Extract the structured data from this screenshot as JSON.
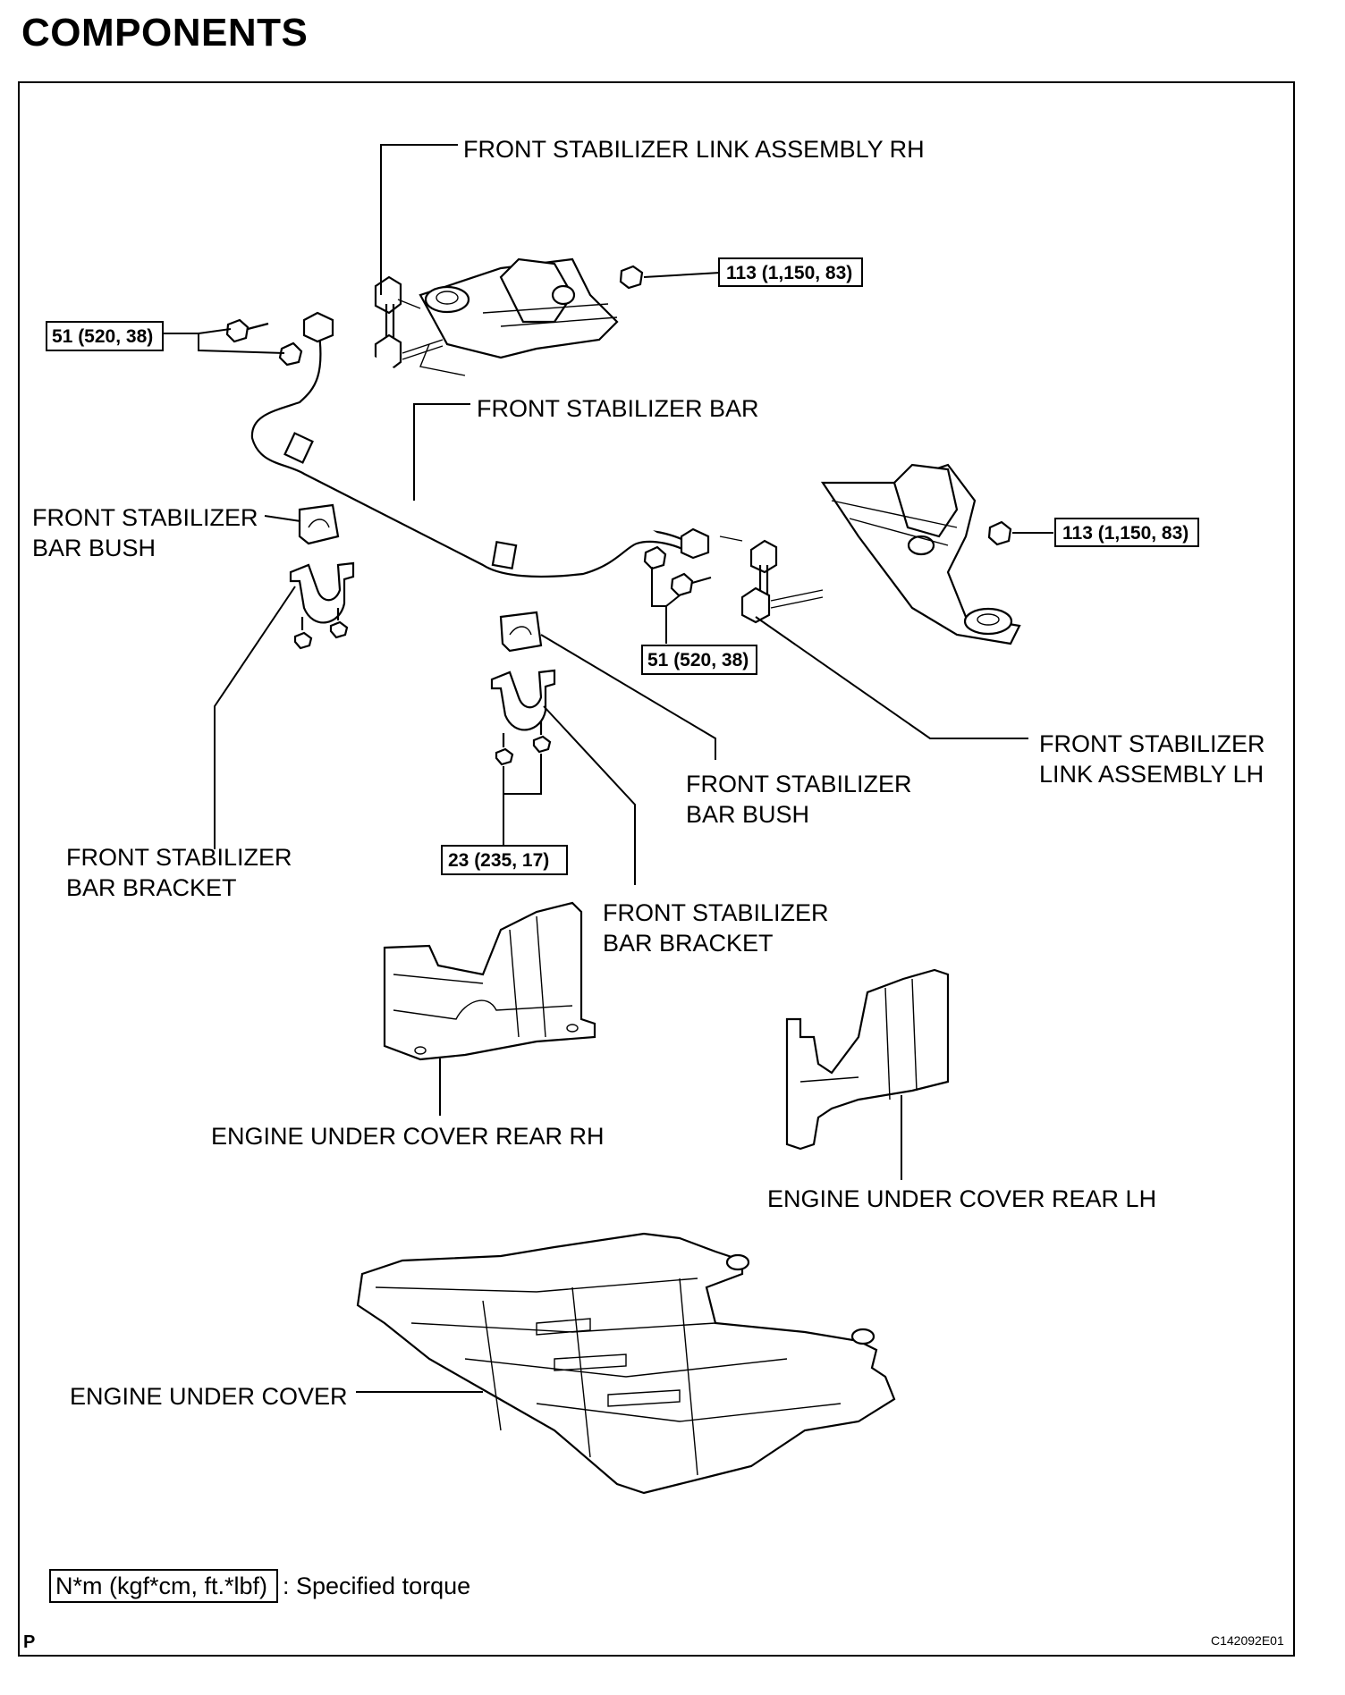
{
  "page": {
    "title": "COMPONENTS",
    "corner_mark": "P",
    "figure_code": "C142092E01"
  },
  "labels": {
    "link_rh": "FRONT STABILIZER LINK ASSEMBLY RH",
    "stab_bar": "FRONT STABILIZER BAR",
    "bush_left_1": "FRONT STABILIZER",
    "bush_left_2": "BAR BUSH",
    "bracket_left_1": "FRONT STABILIZER",
    "bracket_left_2": "BAR BRACKET",
    "link_lh_1": "FRONT STABILIZER",
    "link_lh_2": "LINK ASSEMBLY LH",
    "bush_mid_1": "FRONT STABILIZER",
    "bush_mid_2": "BAR BUSH",
    "bracket_mid_1": "FRONT STABILIZER",
    "bracket_mid_2": "BAR BRACKET",
    "cover_rear_rh": "ENGINE UNDER COVER REAR RH",
    "cover_rear_lh": "ENGINE UNDER COVER REAR LH",
    "under_cover": "ENGINE UNDER COVER"
  },
  "torques": {
    "nut_rh": "113 (1,150, 83)",
    "nut_lh": "113 (1,150, 83)",
    "link_bolt_rh": "51 (520, 38)",
    "link_bolt_lh": "51 (520, 38)",
    "bracket_bolts": "23 (235, 17)"
  },
  "legend": {
    "unit_box": "N*m (kgf*cm, ft.*lbf)",
    "text": ": Specified torque"
  }
}
